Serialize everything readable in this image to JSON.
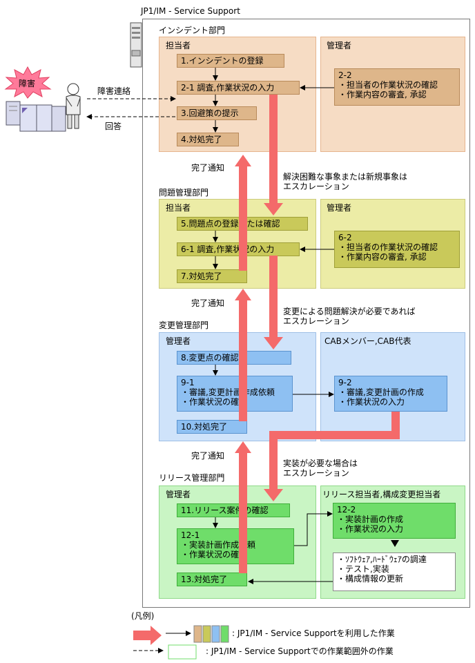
{
  "system_title": "JP1/IM - Service Support",
  "incident": {
    "dept": "インシデント部門",
    "staff": "担当者",
    "manager": "管理者",
    "tasks": [
      "1.インシデントの登録",
      "2-1 調査,作業状況の入力",
      "3.回避策の提示",
      "4.対処完了"
    ],
    "mgr_task": [
      "2-2",
      "・担当者の作業状況の確認",
      "・作業内容の審査, 承認"
    ]
  },
  "user_side": {
    "fault_label": "障害",
    "report": "障害連絡",
    "answer": "回答"
  },
  "notices": {
    "complete1": "完了通知",
    "complete2": "完了通知",
    "complete3": "完了通知"
  },
  "escalations": {
    "esc1": [
      "解決困難な事象または新規事象は",
      "エスカレーション"
    ],
    "esc2": [
      "変更による問題解決が必要であれば",
      "エスカレーション"
    ],
    "esc3": [
      "実装が必要な場合は",
      "エスカレーション"
    ]
  },
  "problem": {
    "dept": "問題管理部門",
    "staff": "担当者",
    "manager": "管理者",
    "tasks": [
      "5.問題点の登録または確認",
      "6-1 調査,作業状況の入力",
      "7.対処完了"
    ],
    "mgr_task": [
      "6-2",
      "・担当者の作業状況の確認",
      "・作業内容の審査, 承認"
    ]
  },
  "change": {
    "dept": "変更管理部門",
    "manager": "管理者",
    "cab": "CABメンバー,CAB代表",
    "tasks": [
      "8.変更点の確認",
      "10.対処完了"
    ],
    "task9_1": [
      "9-1",
      "・審議,変更計画作成依頼",
      "・作業状況の確認"
    ],
    "task9_2": [
      "9-2",
      "・審議,変更計画の作成",
      "・作業状況の入力"
    ]
  },
  "release": {
    "dept": "リリース管理部門",
    "manager": "管理者",
    "staff": "リリース担当者,構成変更担当者",
    "tasks": [
      "11.リリース案件の確認",
      "13.対処完了"
    ],
    "task12_1": [
      "12-1",
      "・実装計画作成依頼",
      "・作業状況の確認"
    ],
    "task12_2": [
      "12-2",
      "・実装計画の作成",
      "・作業状況の入力"
    ],
    "outside_task": [
      "・ｿﾌﾄｳｪｱ,ﾊｰﾄﾞｳｪｱの調達",
      "・テスト,実装",
      "・構成情報の更新"
    ]
  },
  "legend": {
    "title": "(凡例)",
    "row1": ": JP1/IM - Service Supportを利用した作業",
    "row2": ": JP1/IM - Service Supportでの作業範囲外の作業"
  },
  "colors": {
    "big_arrow": "#f46a6a",
    "incident": "#deb68a",
    "problem": "#c9c95a",
    "change": "#8ec0f2",
    "release": "#6fdd6a"
  },
  "icons": [
    "server-icon",
    "fault-burst-icon",
    "machine-icon",
    "person-icon"
  ]
}
